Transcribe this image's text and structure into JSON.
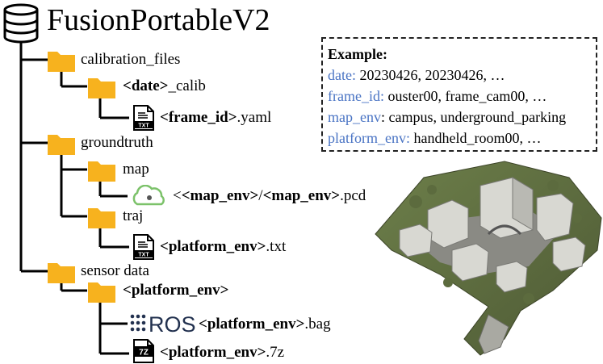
{
  "title": "FusionPortableV2",
  "tree": {
    "calibration_files": "calibration_files",
    "calib_prefix": "<date>",
    "calib_suffix": "_calib",
    "yaml_prefix": "<frame_id>",
    "yaml_suffix": ".yaml",
    "groundtruth": "groundtruth",
    "map": "map",
    "pcd_part1": "<map_env>",
    "pcd_sep": "/",
    "pcd_part2": "<map_env>",
    "pcd_suffix": ".pcd",
    "traj": "traj",
    "txt_prefix": "<platform_env>",
    "txt_suffix": ".txt",
    "sensor_data": "sensor data",
    "platform_env": "<platform_env>",
    "bag_prefix": "<platform_env>",
    "bag_suffix": ".bag",
    "z7_prefix": "<platform_env>",
    "z7_suffix": ".7z"
  },
  "icons": {
    "txt_label": "TXT",
    "ros_label": "ROS",
    "zip_label": "7Z"
  },
  "example": {
    "title": "Example:",
    "rows": [
      {
        "key": "date:",
        "value": "20230426, 20230426, …"
      },
      {
        "key": "frame_id:",
        "value": "ouster00, frame_cam00, …"
      },
      {
        "key": "map_env",
        "value": ": campus, underground_parking"
      },
      {
        "key": "platform_env:",
        "value": "handheld_room00, …"
      }
    ]
  },
  "colors": {
    "folder": "#f7b21e",
    "example_key": "#4a74c4",
    "cloud": "#7cc26a",
    "ros_dots": "#22314f"
  }
}
